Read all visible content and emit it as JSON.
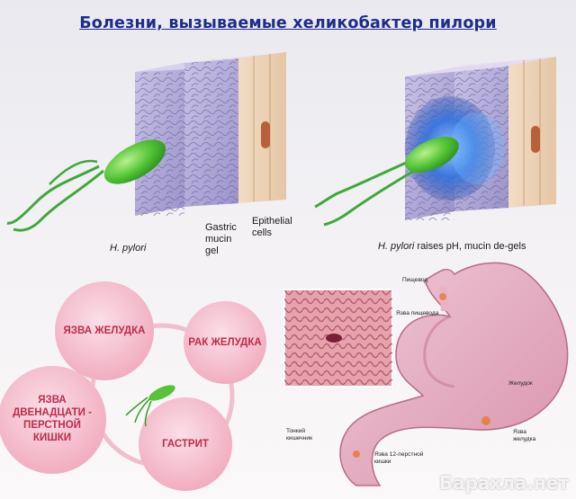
{
  "title": "Болезни, вызываемые хеликобактер пилори",
  "top_panel": {
    "left_labels": {
      "h_pylori": "H. pylori",
      "gastric_mucin_gel": [
        "Gastric",
        "mucin",
        "gel"
      ],
      "epithelial_cells": [
        "Epithelial",
        "cells"
      ]
    },
    "right_labels": {
      "caption_italic": "H. pylori",
      "caption_rest": " raises pH, mucin de-gels"
    }
  },
  "diseases": {
    "stomach_ulcer": "ЯЗВА ЖЕЛУДКА",
    "stomach_cancer": "РАК ЖЕЛУДКА",
    "duodenal_ulcer": [
      "ЯЗВА",
      "ДВЕНАДЦАТИ -",
      "ПЕРСТНОЙ",
      "КИШКИ"
    ],
    "gastritis": "ГАСТРИТ"
  },
  "stomach_labels": {
    "esophagus": "Пищевод",
    "esophageal_ulcer": "Язва пищевода",
    "stomach": "Желудок",
    "gastric_ulcer": [
      "Язва",
      "желудка"
    ],
    "small_intestine": [
      "Тонкий",
      "кишечник"
    ],
    "duodenal_ulcer": [
      "Язва 12-перстной",
      "кишки"
    ]
  },
  "watermark": "Барахла.нет",
  "colors": {
    "title": "#1f2c8c",
    "bubble_fill": "#f6c2d0",
    "bubble_text": "#c12a4a",
    "bacterium": "#58c83a",
    "tissue_pink": "#d98ba0"
  }
}
